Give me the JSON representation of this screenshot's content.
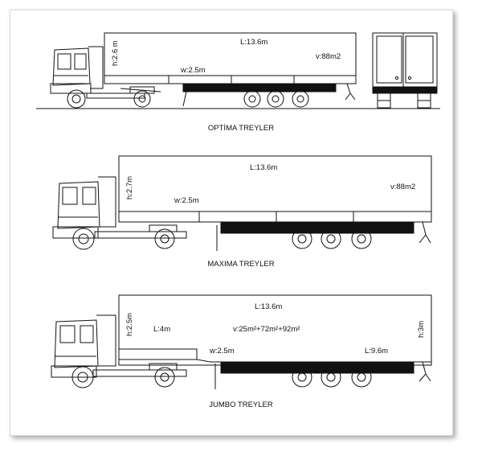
{
  "colors": {
    "ink": "#111111",
    "shadow": "#888888",
    "frame_border": "#d8d8d8"
  },
  "optima": {
    "caption": "OPTİMA TREYLER",
    "height": "h:2.6 m",
    "length": "L:13.6m",
    "width": "w:2.5m",
    "volume": "v:88m2"
  },
  "maxima": {
    "caption": "MAXIMA  TREYLER",
    "height": "h:2.7m",
    "length": "L:13.6m",
    "width": "w:2.5m",
    "volume": "v:88m2"
  },
  "jumbo": {
    "caption": "JUMBO TREYLER",
    "height_front": "h:2.5m",
    "height_rear": "h:3m",
    "length_total": "L:13.6m",
    "length_front": "L:4m",
    "length_rear": "L:9.6m",
    "width": "w:2.5m",
    "volume": "v:25m²+72m²+92m²"
  }
}
